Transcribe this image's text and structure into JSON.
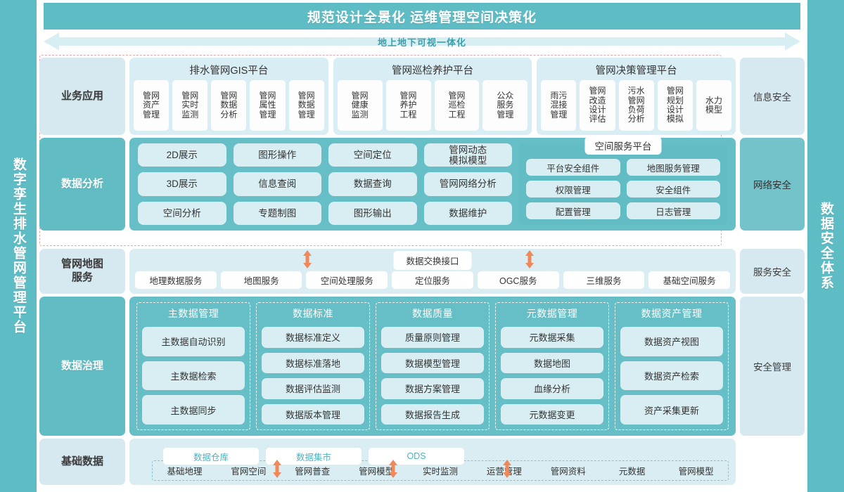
{
  "header": {
    "title": "规范设计全景化  运维管理空间决策化",
    "arrow_label": "地上地下可视一体化"
  },
  "left_banner": {
    "label": "数字孪生排水管网管理平台"
  },
  "right_banner": {
    "label": "数据安全体系"
  },
  "right_column": {
    "items": [
      {
        "label": "信息安全"
      },
      {
        "label": "网络安全"
      },
      {
        "label": "服务安全"
      },
      {
        "label": "安全管理"
      }
    ]
  },
  "rows": {
    "business": {
      "label": "业务应用",
      "platforms": [
        {
          "title": "排水管网GIS平台",
          "tiles": [
            [
              "管网",
              "资产",
              "管理"
            ],
            [
              "管网",
              "实时",
              "监测"
            ],
            [
              "管网",
              "数据",
              "分析"
            ],
            [
              "管网",
              "属性",
              "管理"
            ],
            [
              "管网",
              "数据",
              "管理"
            ]
          ]
        },
        {
          "title": "管网巡检养护平台",
          "tiles": [
            [
              "管网",
              "健康",
              "监测"
            ],
            [
              "管网",
              "养护",
              "工程"
            ],
            [
              "管网",
              "巡检",
              "工程"
            ],
            [
              "公众",
              "服务",
              "管理"
            ]
          ]
        },
        {
          "title": "管网决策管理平台",
          "tiles": [
            [
              "雨污",
              "混接",
              "管理"
            ],
            [
              "管网",
              "改造",
              "设计",
              "评估"
            ],
            [
              "污水",
              "管网",
              "负荷",
              "分析"
            ],
            [
              "管网",
              "规划",
              "设计",
              "模拟"
            ],
            [
              "水力",
              "模型"
            ]
          ]
        }
      ]
    },
    "analysis": {
      "label": "数据分析",
      "columns": [
        [
          "2D展示",
          "3D展示",
          "空间分析"
        ],
        [
          "图形操作",
          "信息查阅",
          "专题制图"
        ],
        [
          "空间定位",
          "数据查询",
          "图形输出"
        ],
        [
          "管网动态\n模拟模型",
          "管网网络分析",
          "数据维护"
        ]
      ],
      "space_platform": {
        "title": "空间服务平台",
        "columns": [
          [
            "平台安全组件",
            "权限管理",
            "配置管理"
          ],
          [
            "地图服务管理",
            "安全组件",
            "日志管理"
          ]
        ]
      }
    },
    "map_service": {
      "label": "管网地图\n服务",
      "exchange_chip": "数据交换接口",
      "services": [
        "地理数据服务",
        "地图服务",
        "空间处理服务",
        "定位服务",
        "OGC服务",
        "三维服务",
        "基础空间服务"
      ]
    },
    "governance": {
      "label": "数据治理",
      "groups": [
        {
          "title": "主数据管理",
          "items": [
            "主数据自动识别",
            "主数据检索",
            "主数据同步"
          ]
        },
        {
          "title": "数据标准",
          "items": [
            "数据标准定义",
            "数据标准落地",
            "数据评估监测",
            "数据版本管理"
          ]
        },
        {
          "title": "数据质量",
          "items": [
            "质量原则管理",
            "数据模型管理",
            "数据方案管理",
            "数据报告生成"
          ]
        },
        {
          "title": "元数据管理",
          "items": [
            "元数据采集",
            "数据地图",
            "血缘分析",
            "元数据变更"
          ]
        },
        {
          "title": "数据资产管理",
          "items": [
            "数据资产视图",
            "数据资产检索",
            "资产采集更新"
          ]
        }
      ]
    },
    "basic_data": {
      "label": "基础数据",
      "tags": [
        "数据仓库",
        "数据集市",
        "ODS"
      ],
      "items": [
        "基础地理",
        "官网空间",
        "管网普查",
        "管网模型",
        "实时监测",
        "运营管理",
        "管网资料",
        "元数据",
        "管网模型"
      ]
    }
  },
  "colors": {
    "brand_teal": "#5ebcc4",
    "panel_light": "#d6e9f0",
    "chip_light": "#d9eef3",
    "arrow_orange": "#f0895a",
    "dashed_pink": "#e0a9ad",
    "tag_text": "#4fb3bd"
  }
}
